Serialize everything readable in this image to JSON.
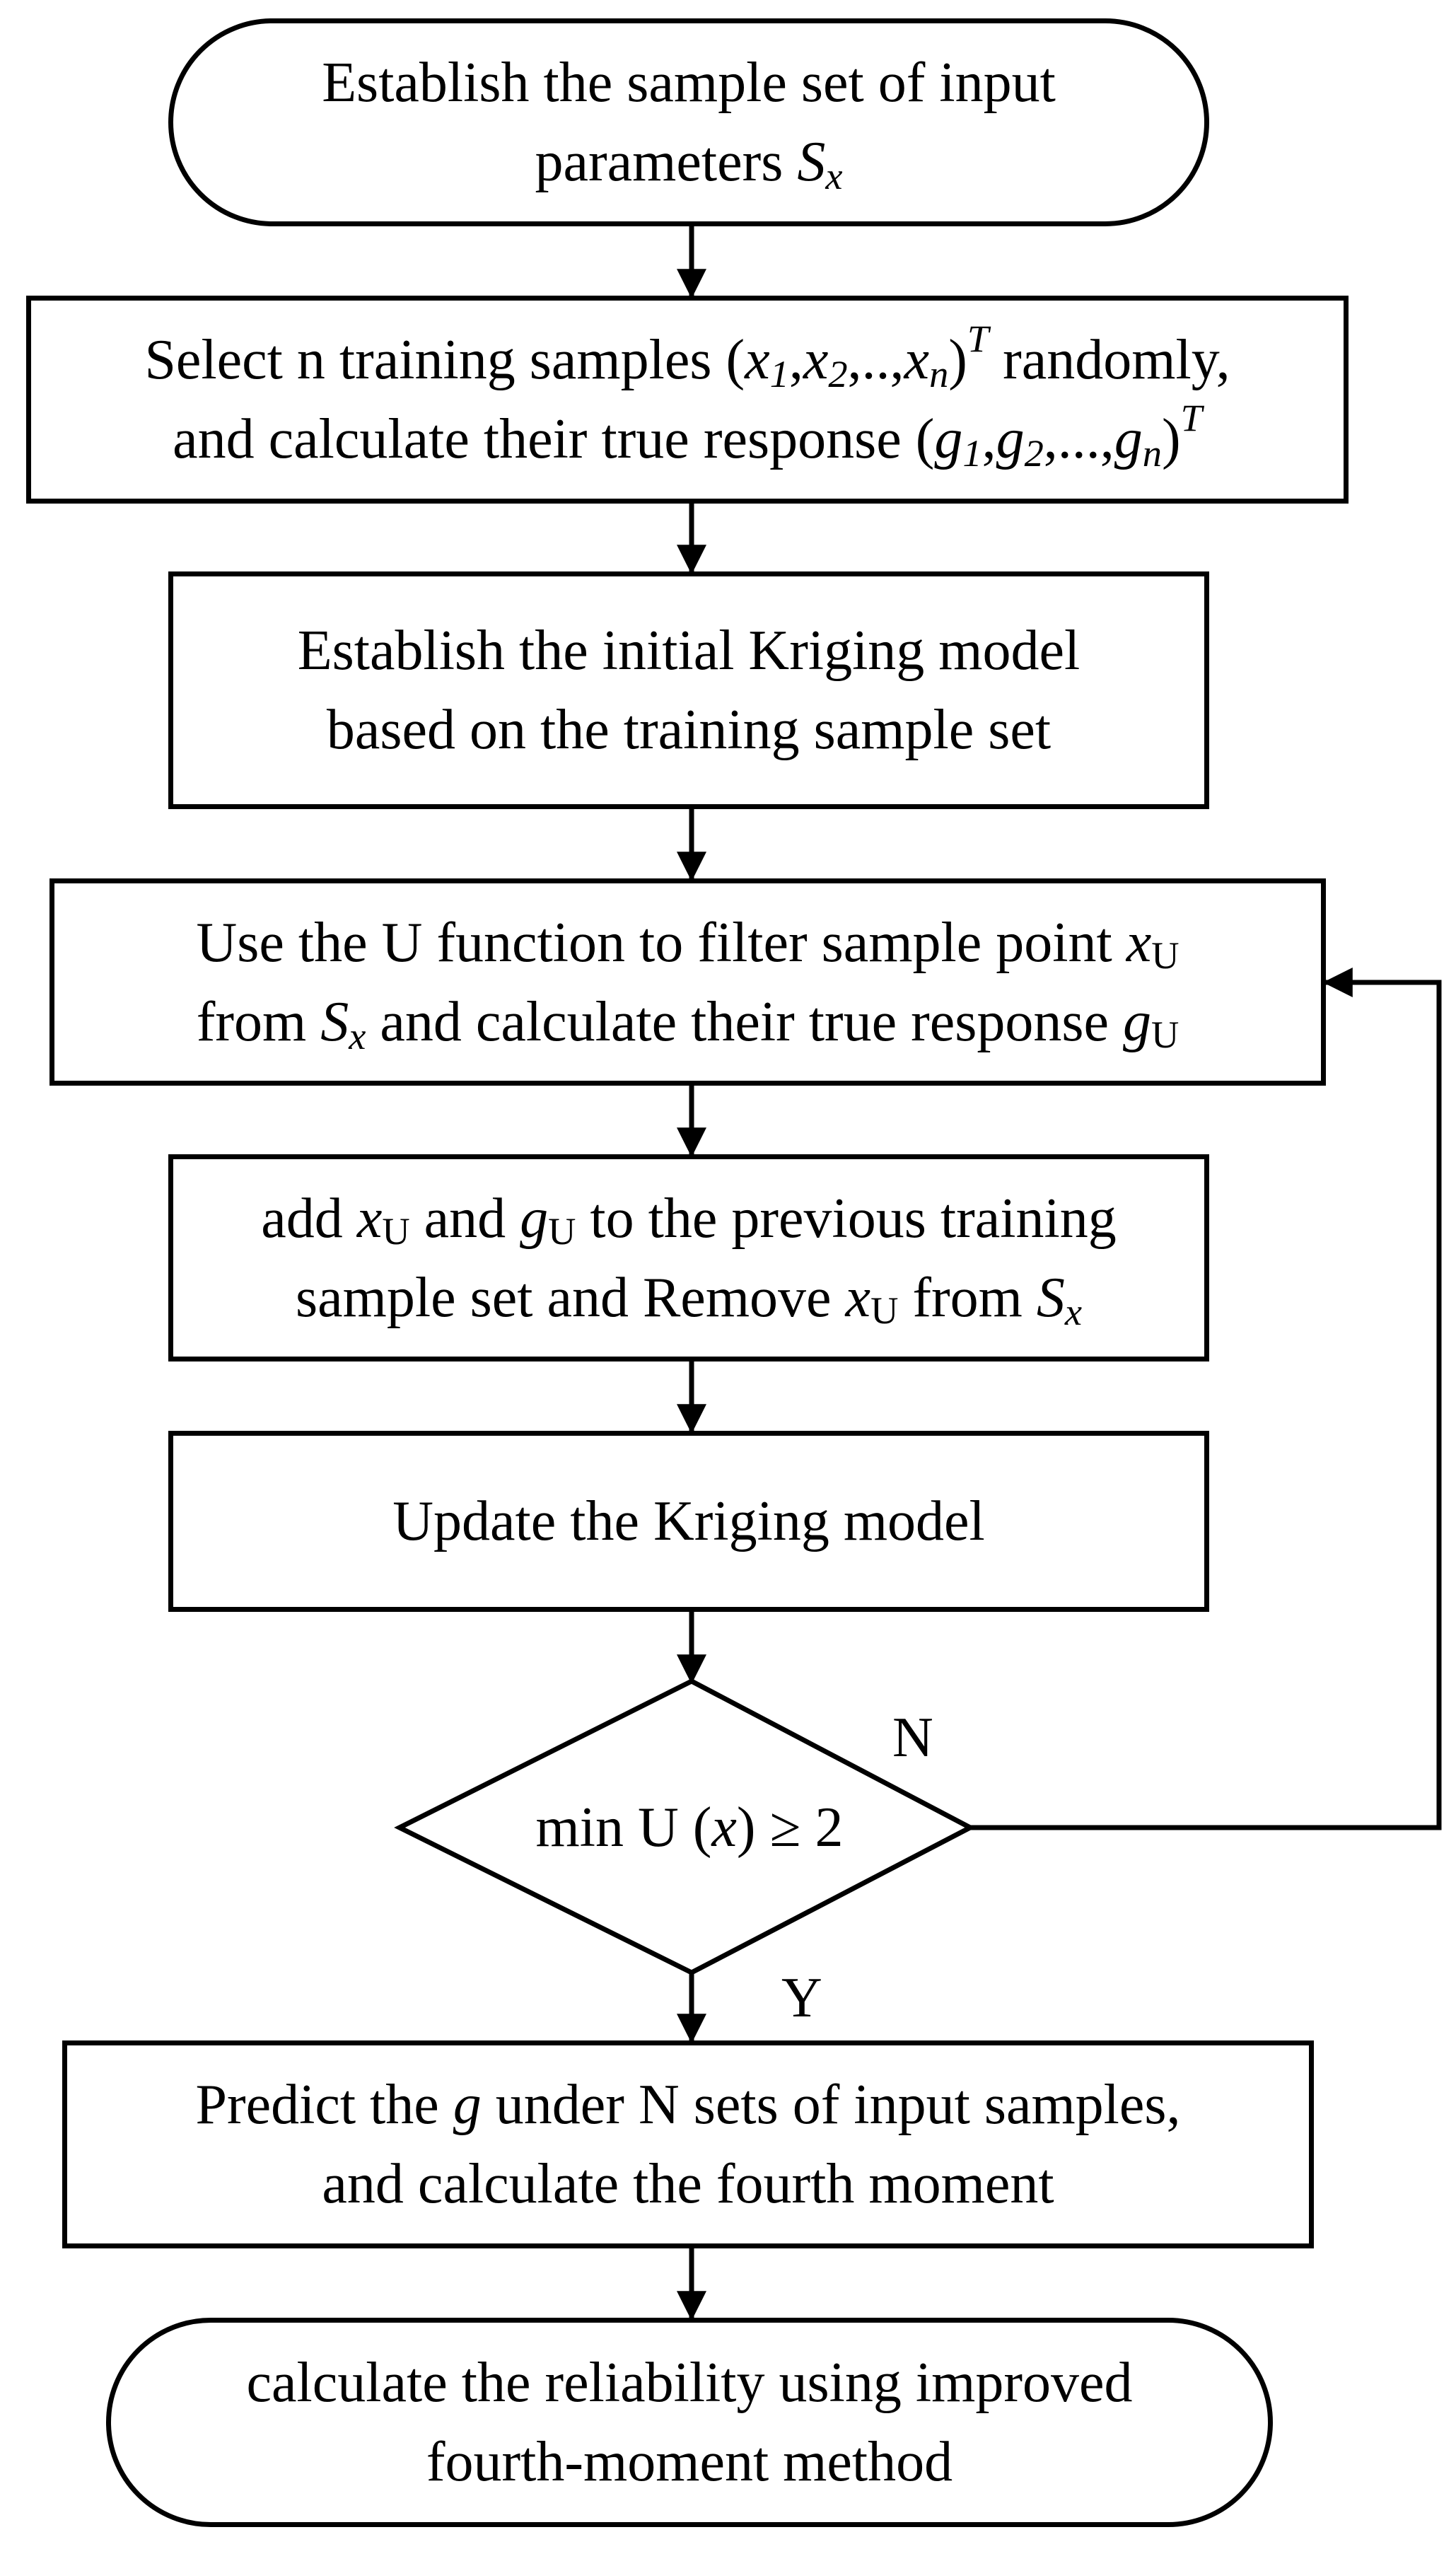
{
  "nodes": {
    "start": {
      "line1": "Establish the sample set of input",
      "line2_prefix": "parameters ",
      "S": "S",
      "x": "x"
    },
    "select": {
      "line1_prefix": "Select n training samples (",
      "x1": "x",
      "one": "1",
      "comma1": ",",
      "x2": "x",
      "two": "2",
      "dots": ",..,",
      "xn": "x",
      "n": "n",
      "close": ")",
      "T": "T",
      "line1_suffix": " randomly,",
      "line2_prefix": "and calculate their true response  (",
      "g1": "g",
      "g_one": "1",
      "gcomma1": ",",
      "g2": "g",
      "g_two": "2",
      "gdots": ",...,",
      "gn": "g",
      "g_n": "n",
      "gclose": ")",
      "gT": "T"
    },
    "establish": {
      "line1": "Establish the initial Kriging model",
      "line2": "based on the training sample set"
    },
    "ufunc": {
      "line1_prefix": "Use the U function to filter sample point ",
      "x": "x",
      "U": "U",
      "line2_prefix": "from ",
      "S": "S",
      "sx": "x",
      "line2_mid": " and  calculate their true response ",
      "g": "g",
      "gU": "U"
    },
    "add": {
      "line1_prefix": "add ",
      "x": "x",
      "U": "U",
      "and": " and ",
      "g": "g",
      "gU": "U",
      "line1_suffix": " to the previous training",
      "line2_prefix": "sample set  and Remove ",
      "x2": "x",
      "U2": "U",
      "from": " from ",
      "S": "S",
      "sx": "x"
    },
    "update": {
      "label": "Update the Kriging model"
    },
    "decision": {
      "prefix": "min U (",
      "x": "x",
      "suffix": ") ≥ 2"
    },
    "predict": {
      "line1_prefix": "Predict the ",
      "g": "g",
      "line1_suffix": " under N sets of input samples,",
      "line2": "and calculate the fourth moment"
    },
    "end": {
      "line1": "calculate the reliability using improved",
      "line2": "fourth-moment method"
    }
  },
  "branches": {
    "no": "N",
    "yes": "Y"
  },
  "colors": {
    "stroke": "#000000",
    "background": "#ffffff"
  }
}
